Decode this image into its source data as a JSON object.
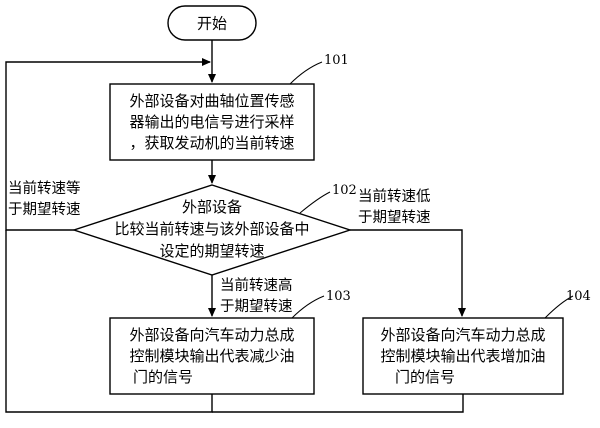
{
  "start": {
    "label": "开始"
  },
  "steps": [
    {
      "ref": "101",
      "lines": [
        "外部设备对曲轴位置传感",
        "器输出的电信号进行采样",
        "，获取发动机的当前转速"
      ]
    },
    {
      "ref": "102",
      "lines": [
        "外部设备",
        "比较当前转速与该外部设备中",
        "设定的期望转速"
      ]
    },
    {
      "ref": "103",
      "lines": [
        "外部设备向汽车动力总成",
        "控制模块输出代表减少油",
        "门的信号"
      ]
    },
    {
      "ref": "104",
      "lines": [
        "外部设备向汽车动力总成",
        "控制模块输出代表增加油",
        "门的信号"
      ]
    }
  ],
  "branches": {
    "equal": [
      "当前转速等",
      "于期望转速"
    ],
    "lower": [
      "当前转速低",
      "于期望转速"
    ],
    "higher": [
      "当前转速高",
      "于期望转速"
    ]
  }
}
